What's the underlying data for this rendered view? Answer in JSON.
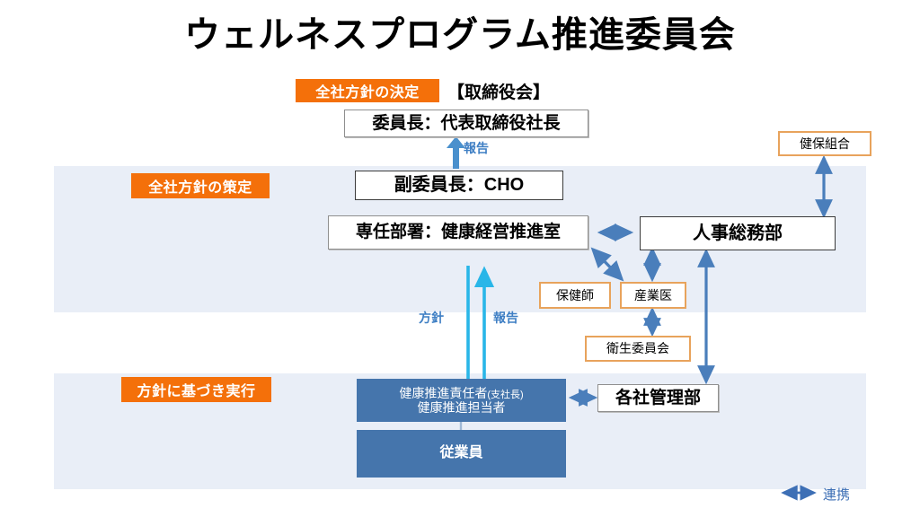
{
  "page": {
    "title": "ウェルネスプログラム推進委員会"
  },
  "bands": [
    {
      "name": "policy-decision-band",
      "badge": "全社方針の決定"
    },
    {
      "name": "policy-formulation-band",
      "badge": "全社方針の策定"
    },
    {
      "name": "execution-band",
      "badge": "方針に基づき実行"
    }
  ],
  "badges": {
    "decision": "全社方針の決定",
    "formulation": "全社方針の策定",
    "execution": "方針に基づき実行"
  },
  "header": {
    "board": "【取締役会】"
  },
  "nodes": {
    "chair": "委員長：代表取締役社長",
    "vice_chair": "副委員長：CHO",
    "dedicated_dept": "専任部署：健康経営推進室",
    "hr_general_affairs": "人事総務部",
    "health_insurance_union": "健保組合",
    "public_health_nurse": "保健師",
    "occupational_physician": "産業医",
    "health_safety_committee": "衛生委員会",
    "promotion_leader_line1": "健康推進責任者",
    "promotion_leader_line1_sub": "(支社長)",
    "promotion_leader_line2": "健康推進担当者",
    "employees": "従業員",
    "company_admin_dept": "各社管理部"
  },
  "arrow_labels": {
    "report_top": "報告",
    "policy": "方針",
    "report_bottom": "報告"
  },
  "legend": {
    "label": "連携"
  },
  "colors": {
    "badge_orange": "#f4700a",
    "band_blue": "#e9eef7",
    "box_blue_fill": "#4575ac",
    "box_orange_border": "#e8a35c",
    "arrow_steel_blue": "#4a7ebb",
    "arrow_cyan": "#29b6e8",
    "label_blue": "#3f7fc4"
  }
}
